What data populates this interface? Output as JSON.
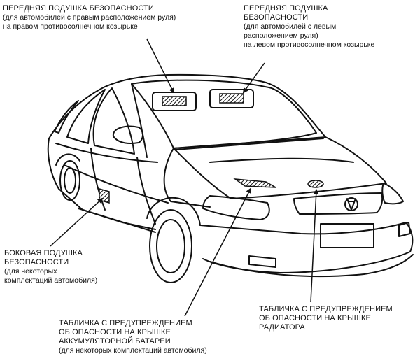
{
  "labels": {
    "airbag_right_visor": {
      "heading": "ПЕРЕДНЯЯ ПОДУШКА БЕЗОПАСНОСТИ",
      "note1": "(для автомобилей с правым расположением руля)",
      "note2": "на правом противосолнечном козырьке"
    },
    "airbag_left_visor": {
      "heading1": "ПЕРЕДНЯЯ ПОДУШКА",
      "heading2": "БЕЗОПАСНОСТИ",
      "note1": "(для автомобилей с левым",
      "note2": "расположением руля)",
      "note3": "на левом противосолнечном козырьке"
    },
    "side_airbag": {
      "heading1": "БОКОВАЯ ПОДУШКА",
      "heading2": "БЕЗОПАСНОСТИ",
      "note1": "(для некоторых",
      "note2": "комплектаций автомобиля)"
    },
    "battery_warning": {
      "heading1": "ТАБЛИЧКА С ПРЕДУПРЕЖДЕНИЕМ",
      "heading2": "ОБ ОПАСНОСТИ НА КРЫШКЕ",
      "heading3": "АККУМУЛЯТОРНОЙ БАТАРЕИ",
      "note1": "(для некоторых комплектаций автомобиля)"
    },
    "radiator_warning": {
      "heading1": "ТАБЛИЧКА С ПРЕДУПРЕЖДЕНИЕМ",
      "heading2": "ОБ ОПАСНОСТИ НА КРЫШКЕ",
      "heading3": "РАДИАТОРА"
    }
  },
  "colors": {
    "ink": "#111111",
    "background": "#ffffff"
  }
}
